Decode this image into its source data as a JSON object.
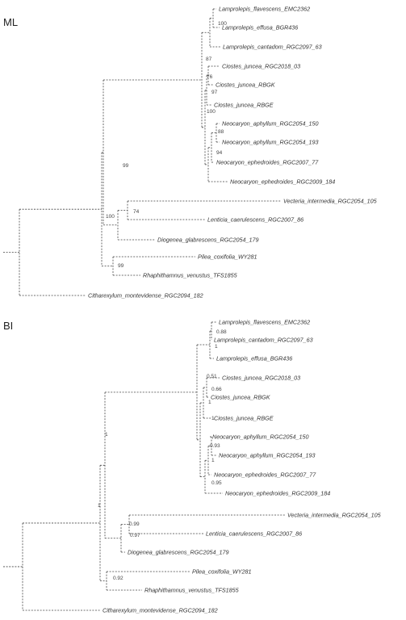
{
  "panels": [
    {
      "label": "ML",
      "taxa": [
        "Lamprolepis_flavescens_EMC2362",
        "Lamprolepis_effusa_BGR436",
        "Lamprolepis_cantadom_RGC2097_63",
        "Ciostes_juncea_RGC2018_03",
        "Ciostes_juncea_RBGK",
        "Ciostes_juncea_RBGE",
        "Neocaryon_aphyllum_RGC2054_150",
        "Neocaryon_aphyllum_RGC2054_193",
        "Neocaryon_ephedroides_RGC2007_77",
        "Neocaryon_ephedroides_RGC2009_184",
        "Vecteria_intermedia_RGC2054_105",
        "Lenticia_caerulescens_RGC2007_86",
        "Diogenea_glabrescens_RGC2054_179",
        "Pilea_coxifolia_WY281",
        "Rhaphithamnus_venustus_TFS1855",
        "Citharexylum_montevidense_RGC2094_182"
      ],
      "support": [
        "100",
        "87",
        "76",
        "97",
        "100",
        "88",
        "94",
        "99",
        "100",
        "74",
        "99"
      ]
    },
    {
      "label": "BI",
      "taxa": [
        "Lamprolepis_flavescens_EMC2362",
        "Lamprolepis_cantadom_RGC2097_63",
        "Lamprolepis_effusa_BGR436",
        "Ciostes_juncea_RGC2018_03",
        "Ciostes_juncea_RBGK",
        "Ciostes_juncea_RBGE",
        "Neocaryon_aphyllum_RGC2054_150",
        "Neocaryon_aphyllum_RGC2054_193",
        "Neocaryon_ephedroides_RGC2007_77",
        "Neocaryon_ephedroides_RGC2009_184",
        "Vecteria_intermedia_RGC2054_105",
        "Lenticia_caerulescens_RGC2007_86",
        "Diogenea_glabrescens_RGC2054_179",
        "Pilea_coxifolia_WY281",
        "Rhaphithamnus_venustus_TFS1855",
        "Citharexylum_montevidense_RGC2094_182"
      ],
      "support": [
        "0.88",
        "1",
        "0.51",
        "0.66",
        "1",
        "1",
        "0.93",
        "1",
        "0.95",
        "1",
        "1",
        "0.99",
        "0.97",
        "0.92"
      ]
    }
  ]
}
